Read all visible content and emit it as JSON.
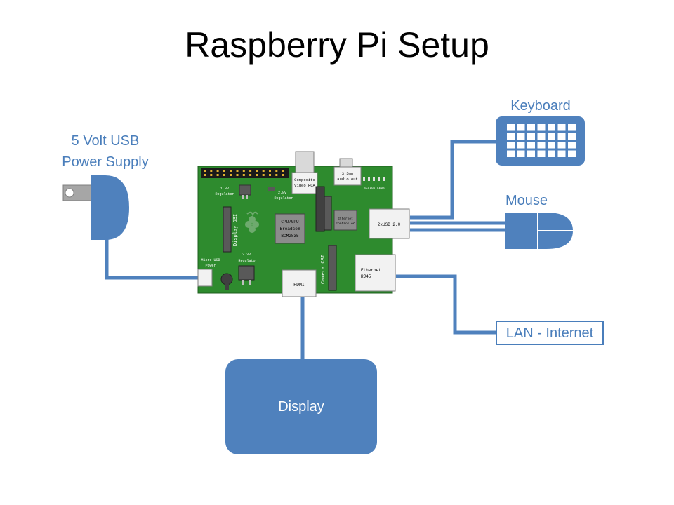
{
  "title": "Raspberry Pi Setup",
  "labels": {
    "power_supply_line1": "5 Volt USB",
    "power_supply_line2": "Power Supply",
    "keyboard": "Keyboard",
    "mouse": "Mouse",
    "lan": "LAN - Internet",
    "display": "Display"
  },
  "board": {
    "reg_18_line1": "1.8V",
    "reg_18_line2": "Regulator",
    "reg_28_line1": "2.8V",
    "reg_28_line2": "Regulator",
    "composite_line1": "Composite",
    "composite_line2": "Video RCA",
    "audio_line1": "3.5mm",
    "audio_line2": "audio out",
    "cpu_line1": "CPU/GPU",
    "cpu_line2": "Broadcom",
    "cpu_line3": "BCM2835",
    "display_dsi": "Display DSI",
    "ethernet_ctrl_line1": "Ethernet",
    "ethernet_ctrl_line2": "controller",
    "usb": "2xUSB 2.0",
    "reg_33_line1": "3.3V",
    "reg_33_line2": "Regulator",
    "micro_usb_line1": "Micro-USB",
    "micro_usb_line2": "Power",
    "hdmi": "HDMI",
    "camera_csi": "Camera CSI",
    "ethernet_line1": "Ethernet",
    "ethernet_line2": "RJ45",
    "status_leds": "Status LEDs"
  },
  "colors": {
    "accent": "#4a7ebb",
    "device_fill": "#4f81bd",
    "board_green": "#2e8b2e",
    "cable": "#4a7ebb"
  }
}
